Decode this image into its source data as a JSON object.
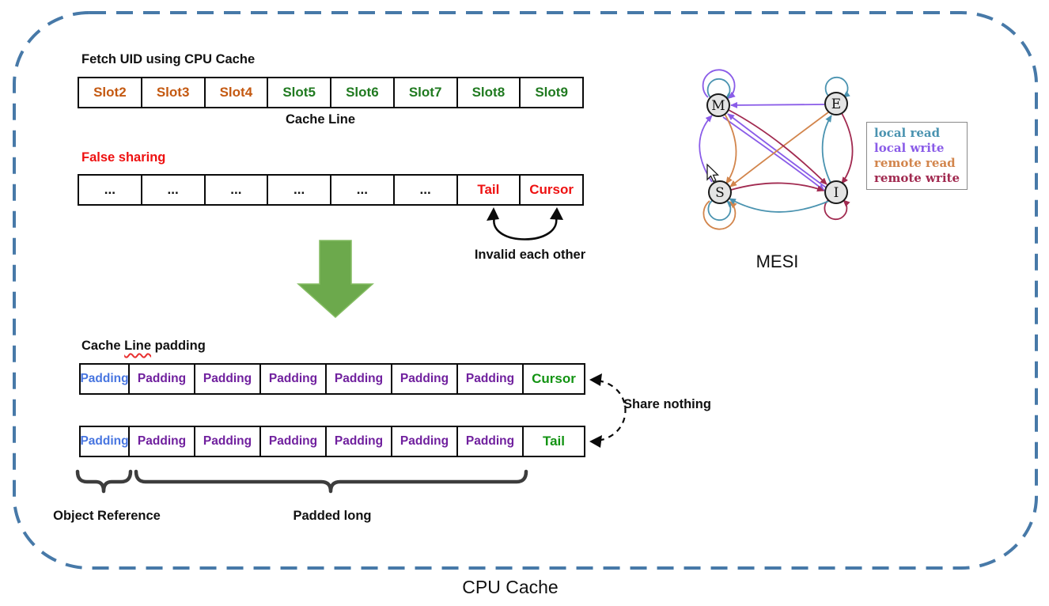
{
  "page": {
    "outer_label": "CPU Cache"
  },
  "colors": {
    "dashed_border": "#4779a8",
    "slot_orange": "#c45911",
    "slot_green": "#207a20",
    "alert_red": "#ee1111",
    "padding_blue": "#4775e0",
    "padding_purple": "#70209e",
    "result_green": "#129312",
    "arrow_green": "#6ca94c",
    "ink": "#111111"
  },
  "fetch_section": {
    "title": "Fetch UID using CPU Cache",
    "caption": "Cache Line",
    "slots": [
      {
        "label": "Slot2",
        "color": "#c45911"
      },
      {
        "label": "Slot3",
        "color": "#c45911"
      },
      {
        "label": "Slot4",
        "color": "#c45911"
      },
      {
        "label": "Slot5",
        "color": "#207a20"
      },
      {
        "label": "Slot6",
        "color": "#207a20"
      },
      {
        "label": "Slot7",
        "color": "#207a20"
      },
      {
        "label": "Slot8",
        "color": "#207a20"
      },
      {
        "label": "Slot9",
        "color": "#207a20"
      }
    ]
  },
  "false_sharing_section": {
    "title": "False sharing",
    "title_color": "#ee1111",
    "cells": [
      {
        "label": "...",
        "color": "#111111"
      },
      {
        "label": "...",
        "color": "#111111"
      },
      {
        "label": "...",
        "color": "#111111"
      },
      {
        "label": "...",
        "color": "#111111"
      },
      {
        "label": "...",
        "color": "#111111"
      },
      {
        "label": "...",
        "color": "#111111"
      },
      {
        "label": "Tail",
        "color": "#ee1111"
      },
      {
        "label": "Cursor",
        "color": "#ee1111"
      }
    ],
    "annotation": "Invalid each other"
  },
  "padding_section": {
    "title_prefix": "Cache ",
    "title_typo_word": "Line",
    "title_suffix": " padding",
    "row_cursor": {
      "cells": [
        {
          "label": "Padding",
          "color": "#4775e0"
        },
        {
          "label": "Padding",
          "color": "#70209e"
        },
        {
          "label": "Padding",
          "color": "#70209e"
        },
        {
          "label": "Padding",
          "color": "#70209e"
        },
        {
          "label": "Padding",
          "color": "#70209e"
        },
        {
          "label": "Padding",
          "color": "#70209e"
        },
        {
          "label": "Padding",
          "color": "#70209e"
        },
        {
          "label": "Cursor",
          "color": "#129312"
        }
      ]
    },
    "row_tail": {
      "cells": [
        {
          "label": "Padding",
          "color": "#4775e0"
        },
        {
          "label": "Padding",
          "color": "#70209e"
        },
        {
          "label": "Padding",
          "color": "#70209e"
        },
        {
          "label": "Padding",
          "color": "#70209e"
        },
        {
          "label": "Padding",
          "color": "#70209e"
        },
        {
          "label": "Padding",
          "color": "#70209e"
        },
        {
          "label": "Padding",
          "color": "#70209e"
        },
        {
          "label": "Tail",
          "color": "#129312"
        }
      ]
    },
    "share_annotation": "Share nothing",
    "brace_label_first": "Object Reference",
    "brace_label_second": "Padded long"
  },
  "mesi": {
    "title": "MESI",
    "nodes": {
      "m": "M",
      "e": "E",
      "s": "S",
      "i": "I"
    },
    "legend": [
      {
        "label": "local read",
        "color": "#4a93b0"
      },
      {
        "label": "local write",
        "color": "#8a5ce8"
      },
      {
        "label": "remote read",
        "color": "#d2854c"
      },
      {
        "label": "remote write",
        "color": "#a12a50"
      }
    ]
  }
}
